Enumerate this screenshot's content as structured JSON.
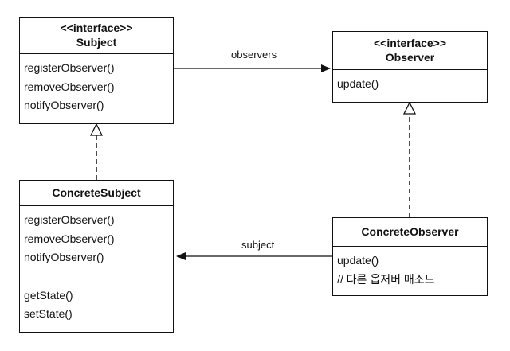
{
  "classes": {
    "subject": {
      "stereotype": "<<interface>>",
      "name": "Subject",
      "operations": [
        "registerObserver()",
        "removeObserver()",
        "notifyObserver()"
      ]
    },
    "observer": {
      "stereotype": "<<interface>>",
      "name": "Observer",
      "operations": [
        "update()"
      ]
    },
    "concrete_subject": {
      "name": "ConcreteSubject",
      "operations": [
        "registerObserver()",
        "removeObserver()",
        "notifyObserver()"
      ],
      "state_operations": [
        "getState()",
        "setState()"
      ]
    },
    "concrete_observer": {
      "name": "ConcreteObserver",
      "operations": [
        "update()",
        "// 다른 옵저버 매소드"
      ]
    }
  },
  "associations": {
    "observers": "observers",
    "subject": "subject"
  }
}
